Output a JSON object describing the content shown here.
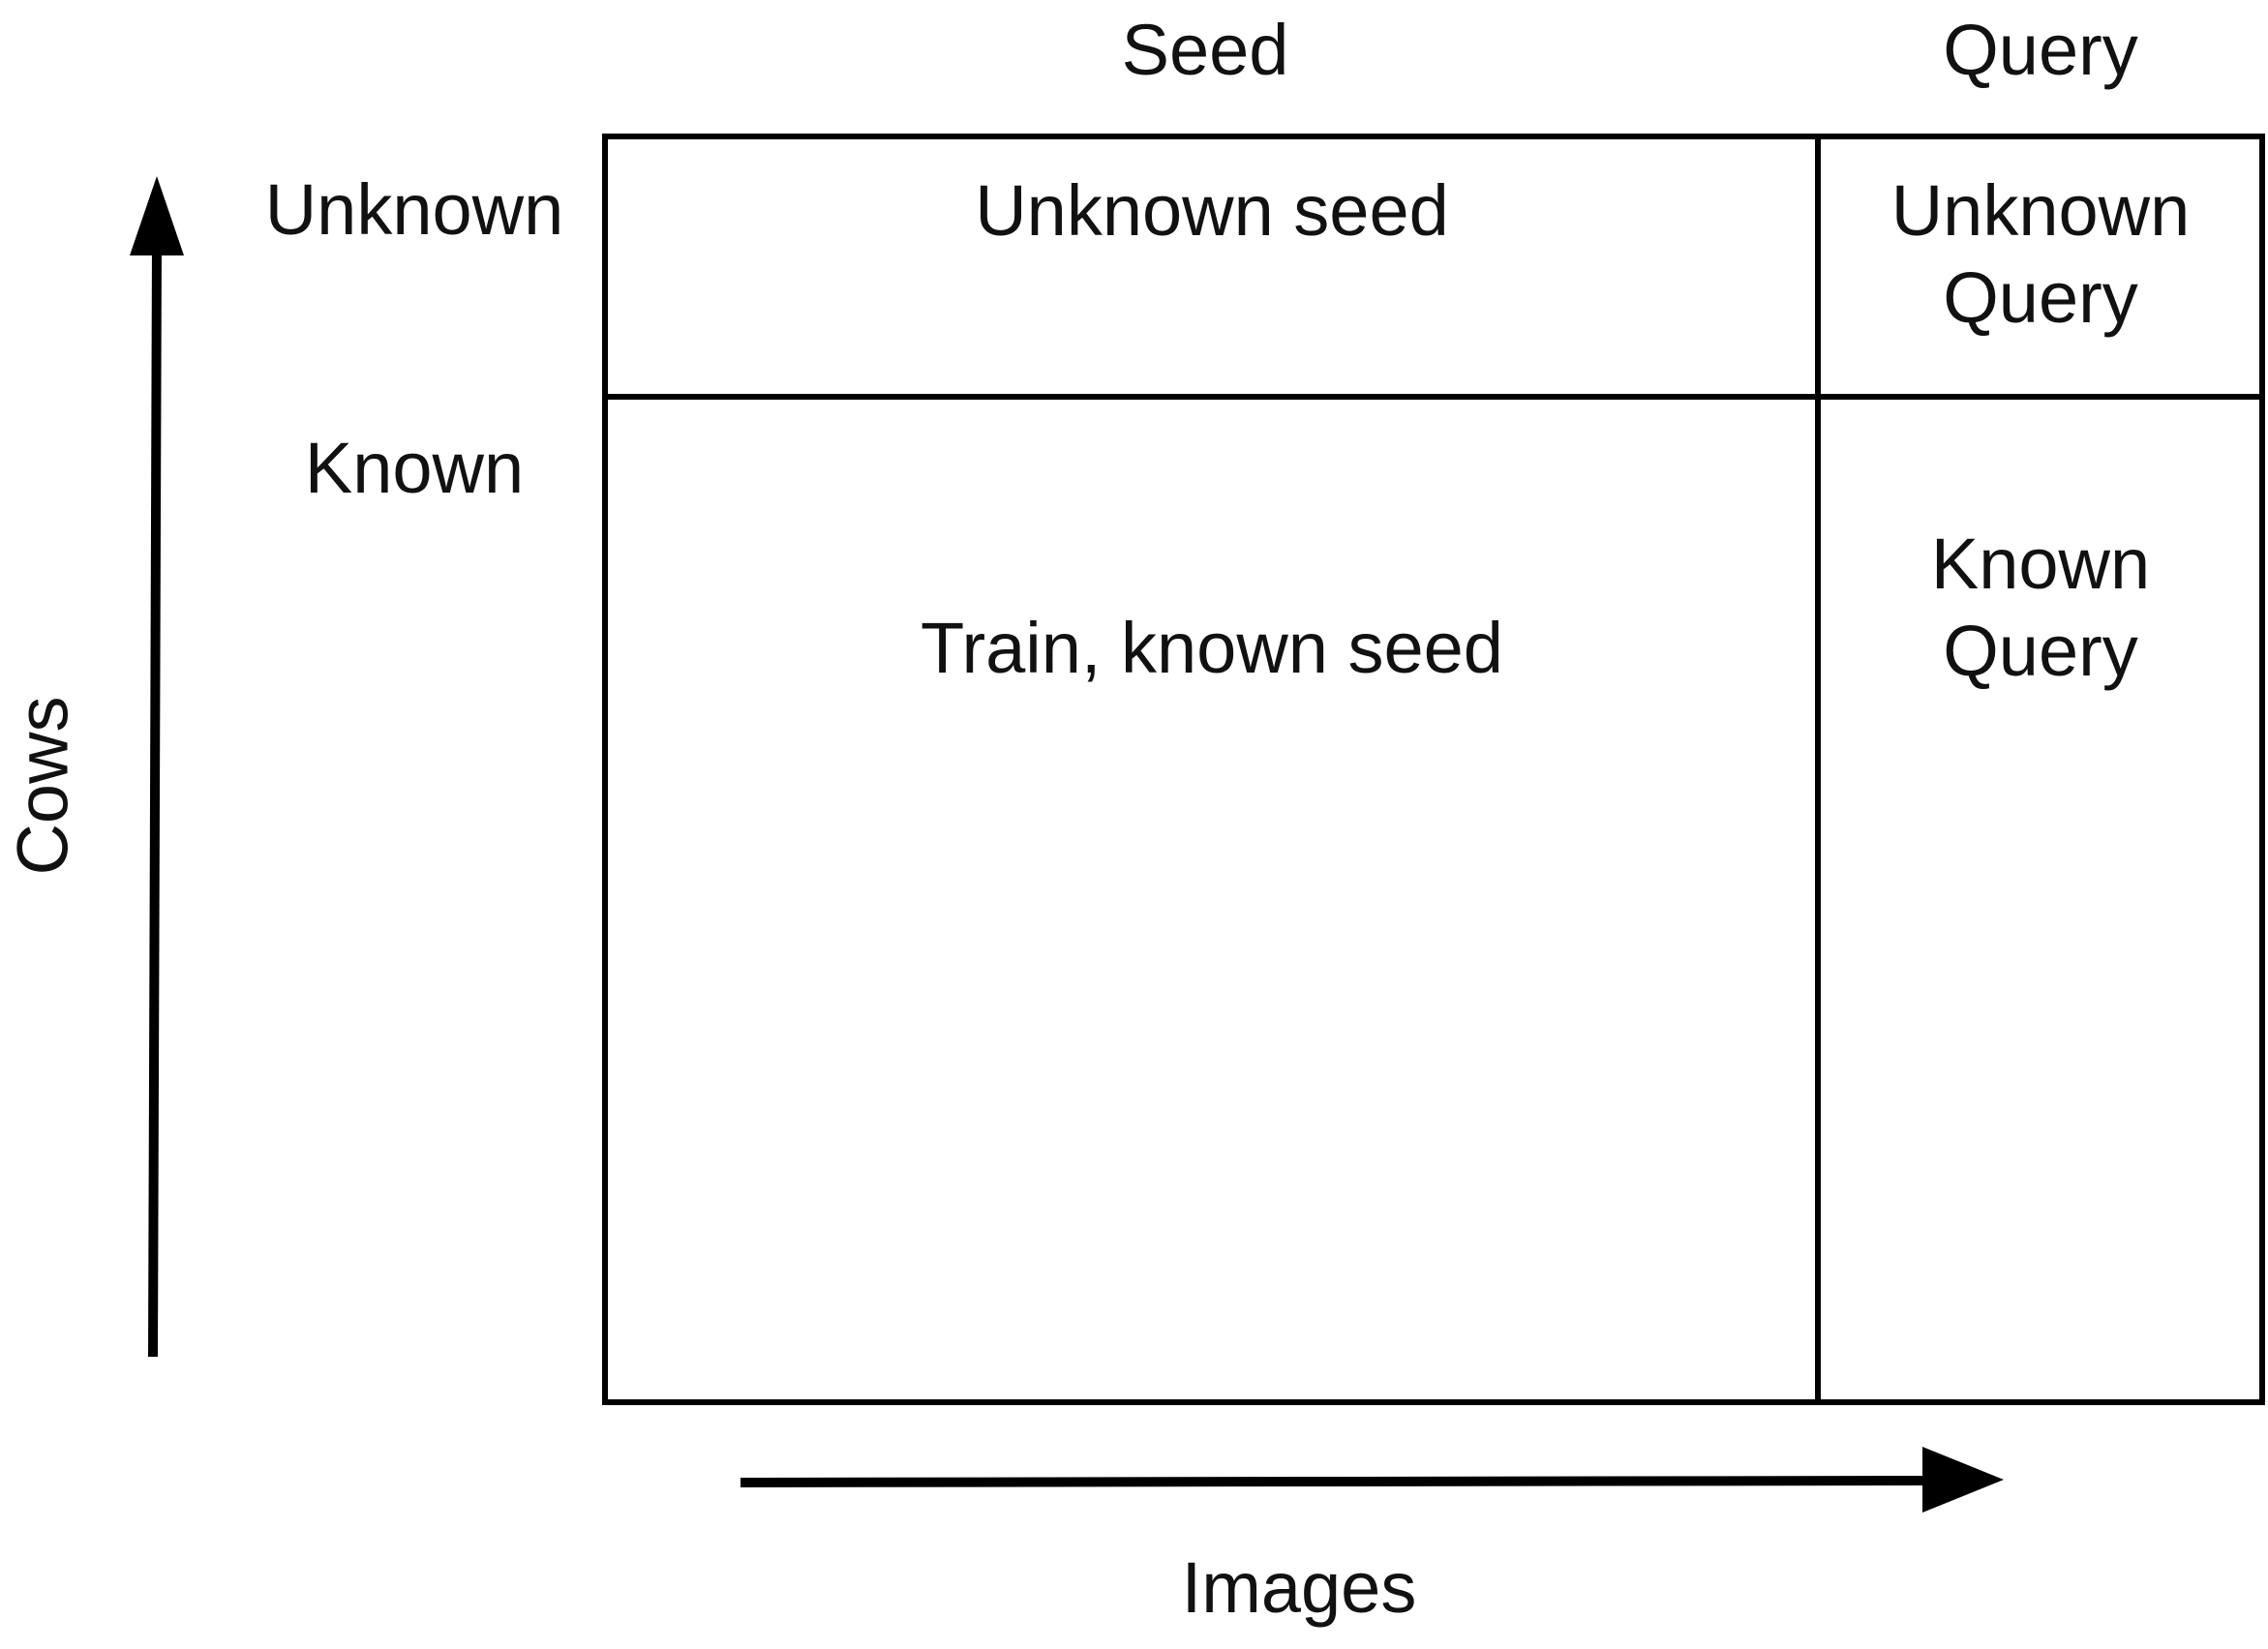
{
  "columns": {
    "seed": "Seed",
    "query": "Query"
  },
  "rows": {
    "unknown": "Unknown",
    "known": "Known"
  },
  "cells": {
    "unknown_seed": "Unknown seed",
    "unknown_query_line1": "Unknown",
    "unknown_query_line2": "Query",
    "train_known_seed": "Train, known seed",
    "known_query_line1": "Known",
    "known_query_line2": "Query"
  },
  "axes": {
    "vertical": "Cows",
    "horizontal": "Images"
  }
}
